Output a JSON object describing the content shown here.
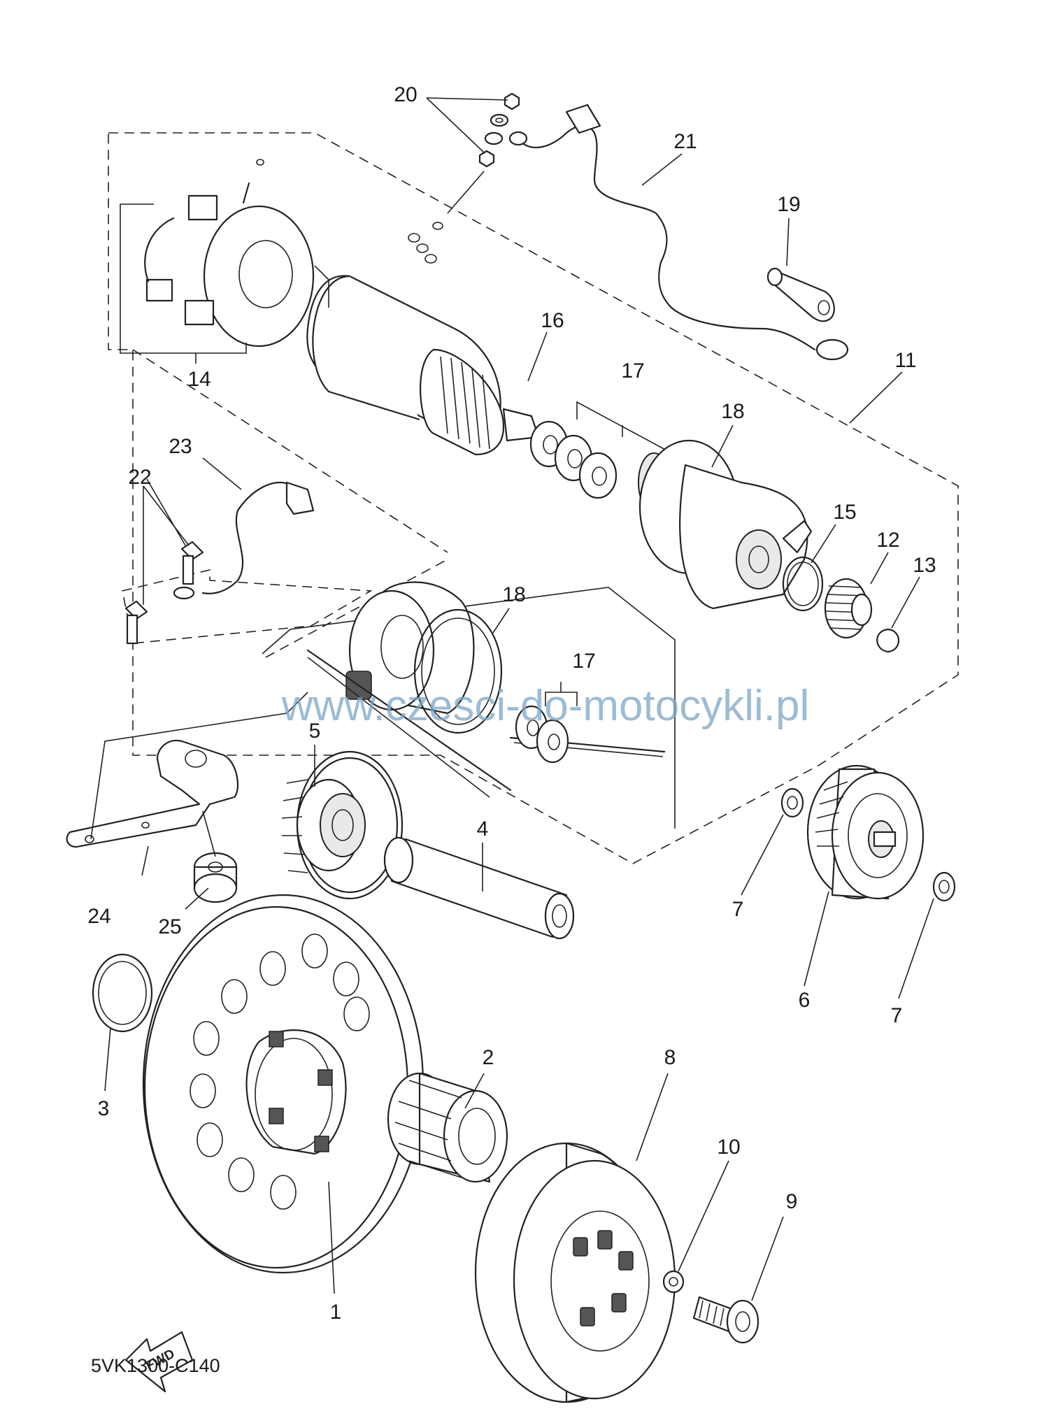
{
  "diagram_code": "5VK1300-C140",
  "watermark": "www.czesci-do-motocykli.pl",
  "fwd_label": "FWD",
  "callouts": [
    {
      "id": "c1",
      "text": "1"
    },
    {
      "id": "c2",
      "text": "2"
    },
    {
      "id": "c3",
      "text": "3"
    },
    {
      "id": "c4",
      "text": "4"
    },
    {
      "id": "c5",
      "text": "5"
    },
    {
      "id": "c6",
      "text": "6"
    },
    {
      "id": "c7a",
      "text": "7"
    },
    {
      "id": "c7b",
      "text": "7"
    },
    {
      "id": "c8",
      "text": "8"
    },
    {
      "id": "c9",
      "text": "9"
    },
    {
      "id": "c10",
      "text": "10"
    },
    {
      "id": "c11",
      "text": "11"
    },
    {
      "id": "c12",
      "text": "12"
    },
    {
      "id": "c13",
      "text": "13"
    },
    {
      "id": "c14",
      "text": "14"
    },
    {
      "id": "c15",
      "text": "15"
    },
    {
      "id": "c16",
      "text": "16"
    },
    {
      "id": "c17a",
      "text": "17"
    },
    {
      "id": "c17b",
      "text": "17"
    },
    {
      "id": "c18a",
      "text": "18"
    },
    {
      "id": "c18b",
      "text": "18"
    },
    {
      "id": "c19",
      "text": "19"
    },
    {
      "id": "c20",
      "text": "20"
    },
    {
      "id": "c21",
      "text": "21"
    },
    {
      "id": "c22",
      "text": "22"
    },
    {
      "id": "c23",
      "text": "23"
    },
    {
      "id": "c24",
      "text": "24"
    },
    {
      "id": "c25",
      "text": "25"
    }
  ]
}
